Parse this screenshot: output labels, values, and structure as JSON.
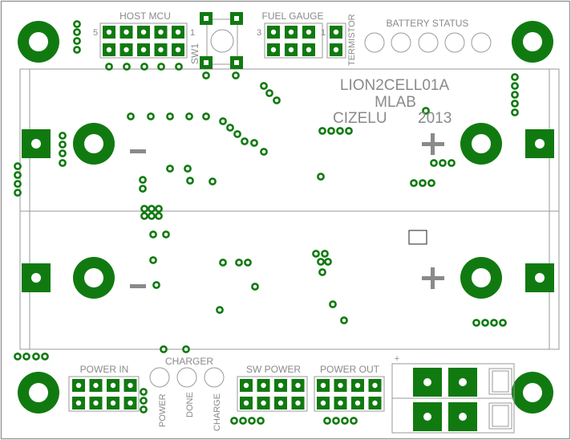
{
  "colors": {
    "copper": "#107a10",
    "outline": "#9a9a9a",
    "silk": "#8a8a8a",
    "hole": "#ffffff"
  },
  "labels": {
    "host_mcu": "HOST MCU",
    "host_mcu_pin_left": "5",
    "host_mcu_pin_right": "1",
    "sw1": "SW1",
    "fuel_gauge": "FUEL GAUGE",
    "fuel_gauge_pin_left": "3",
    "fuel_gauge_pin_right": "1",
    "termistor": "TERMISTOR",
    "battery_status": "BATTERY STATUS",
    "title_line1": "LION2CELL01A",
    "title_line2": "MLAB",
    "author": "CIZELU",
    "year": "2013",
    "plus_sign": "+",
    "minus_sign": "−",
    "power_in": "POWER IN",
    "charger": "CHARGER",
    "led_power": "POWER",
    "led_done": "DONE",
    "led_charge": "CHARGE",
    "sw_power": "SW POWER",
    "power_out": "POWER OUT",
    "terminal_plus": "+"
  }
}
